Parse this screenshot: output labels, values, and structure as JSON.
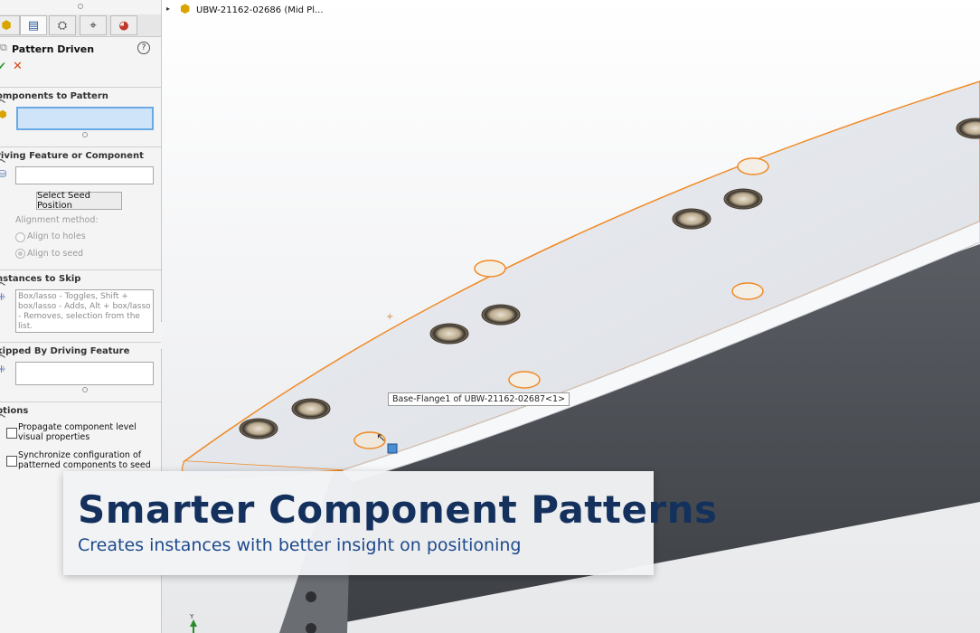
{
  "panel": {
    "tabs": [
      "feature-manager",
      "property-manager",
      "configuration-manager",
      "dimxpert-manager",
      "display-manager"
    ],
    "title": "Pattern Driven",
    "help": "?",
    "ok": "✔",
    "cancel": "✕",
    "sections": {
      "components": {
        "header": "omponents to Pattern"
      },
      "driving": {
        "header": "riving Feature or Component",
        "seed_button": "Select Seed Position",
        "alignment_label": "Alignment method:",
        "align_holes": "Align to holes",
        "align_seed": "Align to seed"
      },
      "instances": {
        "header": "nstances to Skip",
        "placeholder": "Box/lasso - Toggles, Shift + box/lasso - Adds, Alt + box/lasso - Removes, selection from the list."
      },
      "skipped": {
        "header": "kipped By Driving Feature"
      },
      "options": {
        "header": "ptions",
        "propagate": "Propagate component level visual properties",
        "synchronize": "Synchronize configuration of patterned components to seed"
      }
    }
  },
  "viewport": {
    "tree_item": "UBW-21162-02686 (Mid Pl...",
    "tooltip": "Base-Flange1 of UBW-21162-02687<1>",
    "triad_y": "Y"
  },
  "banner": {
    "title": "Smarter Component Patterns",
    "subtitle": "Creates instances with better insight on positioning"
  }
}
